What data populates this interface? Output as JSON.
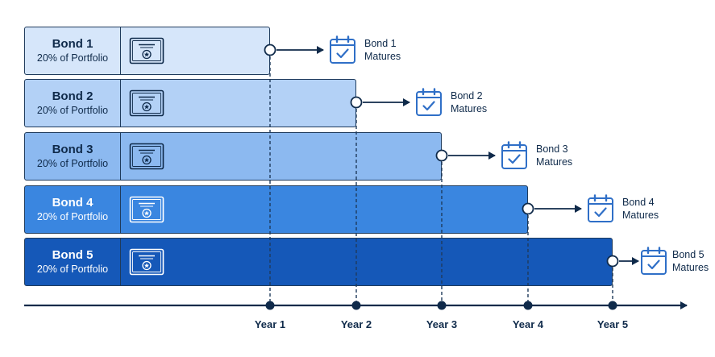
{
  "bonds": [
    {
      "name": "Bond 1",
      "allocation": "20% of Portfolio",
      "maturity_label": "Bond 1\nMatures",
      "year_index": 1,
      "color": "#d6e6fa",
      "text_color": "#0f2a4a"
    },
    {
      "name": "Bond 2",
      "allocation": "20% of Portfolio",
      "maturity_label": "Bond 2\nMatures",
      "year_index": 2,
      "color": "#b3d1f6",
      "text_color": "#0f2a4a"
    },
    {
      "name": "Bond 3",
      "allocation": "20% of Portfolio",
      "maturity_label": "Bond 3\nMatures",
      "year_index": 3,
      "color": "#8cb9f0",
      "text_color": "#0f2a4a"
    },
    {
      "name": "Bond 4",
      "allocation": "20% of Portfolio",
      "maturity_label": "Bond 4\nMatures",
      "year_index": 4,
      "color": "#3a86e0",
      "text_color": "#ffffff"
    },
    {
      "name": "Bond 5",
      "allocation": "20% of Portfolio",
      "maturity_label": "Bond 5\nMatures",
      "year_index": 5,
      "color": "#1558b8",
      "text_color": "#ffffff"
    }
  ],
  "timeline": {
    "years": [
      "Year 1",
      "Year 2",
      "Year 3",
      "Year 4",
      "Year 5"
    ]
  },
  "colors": {
    "line": "#0f2a4a",
    "icon": "#2f6fc7",
    "dashed": "#1f3b5c"
  },
  "icons": {
    "bond": "certificate-icon",
    "maturity": "calendar-check-icon"
  }
}
